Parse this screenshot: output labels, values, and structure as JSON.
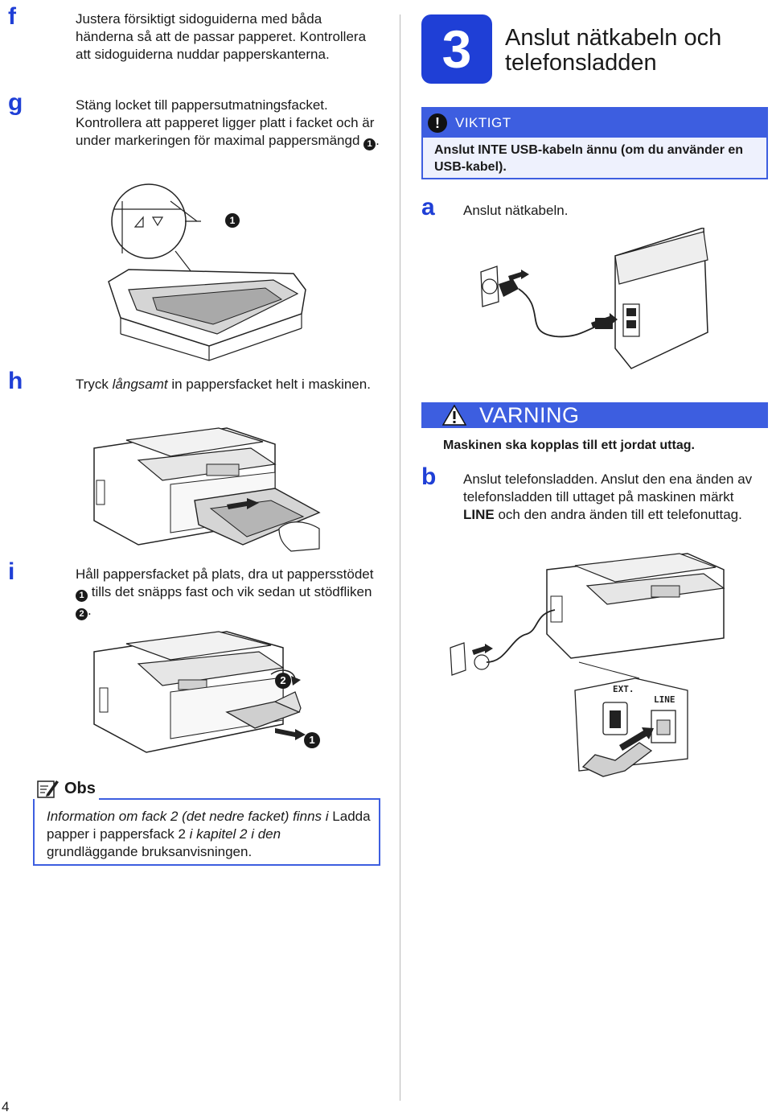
{
  "left_column": {
    "step_f": {
      "letter": "f",
      "text": "Justera försiktigt sidoguiderna med båda händerna så att de passar papperet. Kontrollera att sidoguiderna nuddar papperskanterna."
    },
    "step_g": {
      "letter": "g",
      "text_before": "Stäng locket till pappersutmatningsfacket. Kontrollera att papperet ligger platt i facket och är under markeringen för maximal pappersmängd ",
      "callout": "1",
      "text_after": "."
    },
    "figure_g": {
      "callout": "1"
    },
    "step_h": {
      "letter": "h",
      "text_before": "Tryck ",
      "text_italic": "långsamt",
      "text_after": " in pappersfacket helt i maskinen."
    },
    "step_i": {
      "letter": "i",
      "text_before": "Håll pappersfacket på plats, dra ut pappersstödet ",
      "callout_1": "1",
      "text_middle": " tills det snäpps fast och vik sedan ut stödfliken ",
      "callout_2": "2",
      "text_after": "."
    },
    "figure_i": {
      "callout_1": "1",
      "callout_2": "2"
    },
    "note": {
      "label": "Obs",
      "text_italic_1": "Information om fack 2 (det nedre facket) finns i ",
      "text_plain_1": "Ladda papper i pappersfack 2",
      "text_italic_2": " i kapitel 2 i den ",
      "text_plain_2": "grundläggande bruksanvisningen."
    }
  },
  "right_column": {
    "section": {
      "number": "3",
      "title": "Anslut nätkabeln och telefonsladden"
    },
    "important": {
      "icon": "!",
      "label": "VIKTIGT",
      "text": "Anslut INTE USB-kabeln ännu (om du använder en USB-kabel)."
    },
    "step_a": {
      "letter": "a",
      "text": "Anslut nätkabeln."
    },
    "warning": {
      "label": "VARNING",
      "text": "Maskinen ska kopplas till ett jordat uttag."
    },
    "step_b": {
      "letter": "b",
      "text_before": "Anslut telefonsladden. Anslut den ena änden av telefonsladden till uttaget på maskinen märkt ",
      "text_bold": "LINE",
      "text_after": " och den andra änden till ett telefonuttag."
    },
    "figure_b": {
      "label_ext": "EXT.",
      "label_line": "LINE"
    }
  },
  "footer": {
    "page_number": "4"
  },
  "colors": {
    "accent": "#1f3fd6",
    "box_border": "#3d5ee0",
    "box_fill": "#eef1fd"
  }
}
